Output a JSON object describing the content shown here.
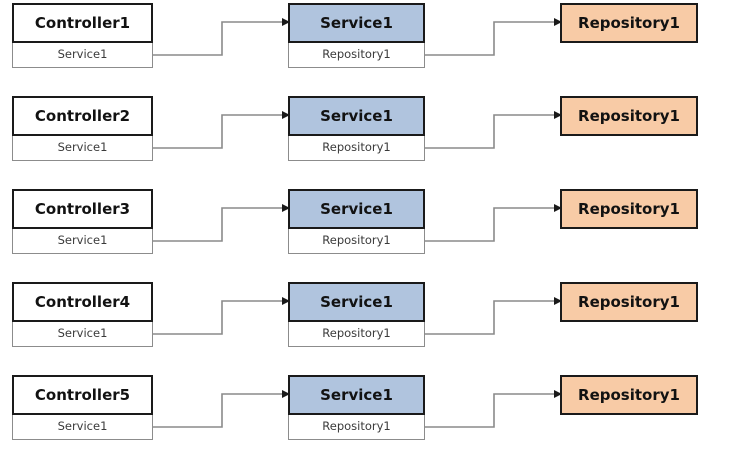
{
  "diagram": {
    "type": "layered-architecture-flow",
    "title": "",
    "background_color": "#ffffff",
    "colors": {
      "controller_header": "#ffffff",
      "service_header": "#b0c4de",
      "repository_header": "#f8cba6",
      "node_border": "#1a1a1a",
      "compartment_border": "#8c8c8c",
      "connector_line": "#8a8a8a",
      "arrowhead": "#1a1a1a",
      "title_text": "#121212",
      "compartment_text": "#3a3a3a"
    },
    "rows": [
      {
        "controller": {
          "title": "Controller1",
          "compartment": "Service1"
        },
        "service": {
          "title": "Service1",
          "compartment": "Repository1"
        },
        "repository": {
          "title": "Repository1"
        }
      },
      {
        "controller": {
          "title": "Controller2",
          "compartment": "Service1"
        },
        "service": {
          "title": "Service1",
          "compartment": "Repository1"
        },
        "repository": {
          "title": "Repository1"
        }
      },
      {
        "controller": {
          "title": "Controller3",
          "compartment": "Service1"
        },
        "service": {
          "title": "Service1",
          "compartment": "Repository1"
        },
        "repository": {
          "title": "Repository1"
        }
      },
      {
        "controller": {
          "title": "Controller4",
          "compartment": "Service1"
        },
        "service": {
          "title": "Service1",
          "compartment": "Repository1"
        },
        "repository": {
          "title": "Repository1"
        }
      },
      {
        "controller": {
          "title": "Controller5",
          "compartment": "Service1"
        },
        "service": {
          "title": "Service1",
          "compartment": "Repository1"
        },
        "repository": {
          "title": "Repository1"
        }
      }
    ]
  }
}
